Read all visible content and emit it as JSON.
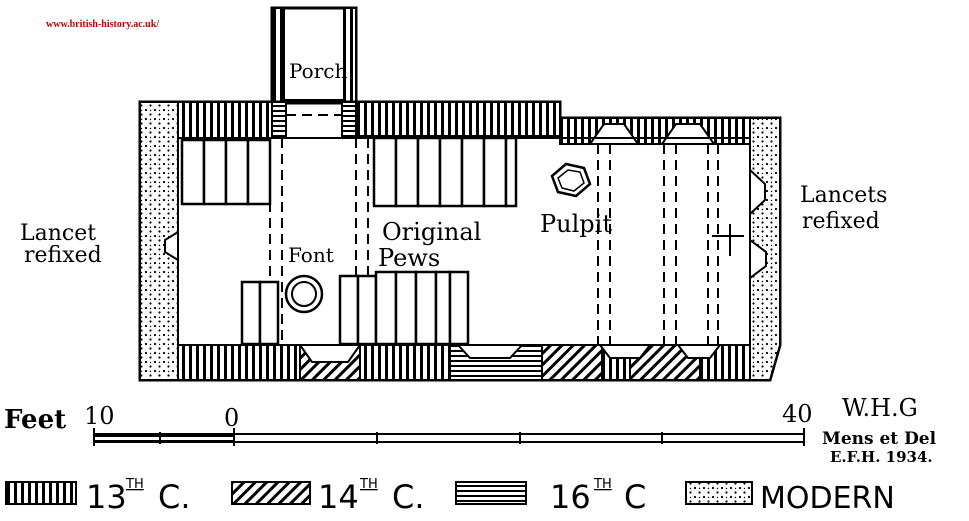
{
  "source": "www.british-history.ac.uk/",
  "plan": {
    "labels": {
      "porch": "Porch",
      "lancet_left_1": "Lancet",
      "lancet_left_2": "refixed",
      "font": "Font",
      "pews_1": "Original",
      "pews_2": "Pews",
      "pulpit": "Pulpit",
      "lancets_right_1": "Lancets",
      "lancets_right_2": "refixed"
    }
  },
  "scale": {
    "unit": "Feet",
    "tick_10": "10",
    "tick_0": "0",
    "tick_40": "40"
  },
  "credits": {
    "line1": "W.H.G",
    "line2": "Mens et Del",
    "line3": "E.F.H. 1934."
  },
  "legend": {
    "c13": "13",
    "c14": "14",
    "c16": "16",
    "sup": "TH",
    "suffix": "C.",
    "suffix16": "C",
    "modern": "MODERN"
  }
}
